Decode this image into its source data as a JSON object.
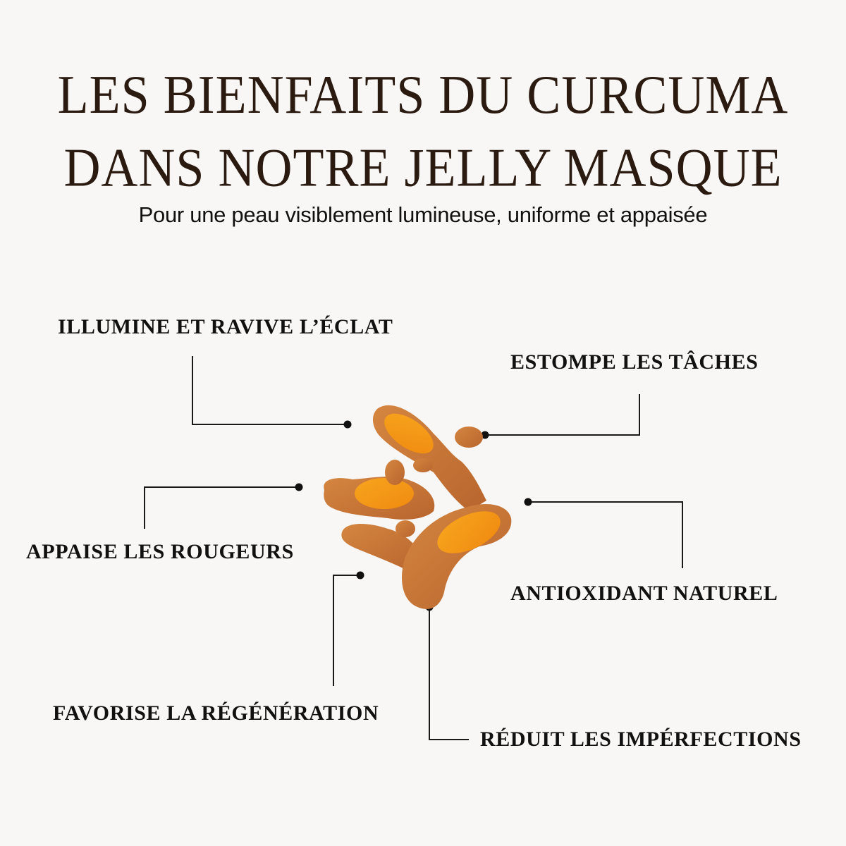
{
  "header": {
    "title_line1": "LES BIENFAITS DU CURCUMA",
    "title_line2": "DANS NOTRE JELLY MASQUE",
    "subtitle": "Pour une peau visiblement lumineuse, uniforme et appaisée"
  },
  "benefits": [
    {
      "label": "ILLUMINE ET RAVIVE L’ÉCLAT"
    },
    {
      "label": "ESTOMPE LES TÂCHES"
    },
    {
      "label": "APPAISE LES ROUGEURS"
    },
    {
      "label": "ANTIOXIDANT NATUREL"
    },
    {
      "label": "FAVORISE LA RÉGÉNÉRATION"
    },
    {
      "label": "RÉDUIT LES IMPÉRFECTIONS"
    }
  ],
  "image": {
    "subject": "turmeric-root"
  },
  "colors": {
    "background": "#f8f7f5",
    "title": "#2b1a10",
    "text": "#111111",
    "turmeric_flesh": "#f59a1a",
    "turmeric_skin": "#c8743a"
  }
}
